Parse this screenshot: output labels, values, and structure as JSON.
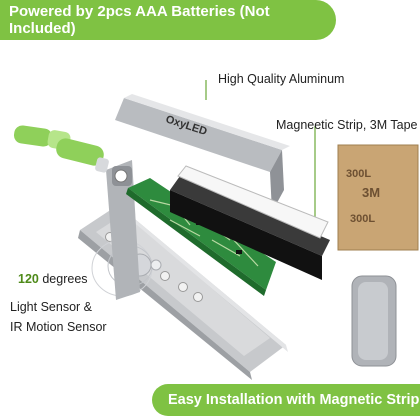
{
  "top_banner": "Powered by 2pcs AAA Batteries (Not Included)",
  "bottom_banner": "Easy Installation with Magnetic Strip",
  "callouts": {
    "aluminum": "High Quality Aluminum",
    "magnetic": "Magneetic Strip, 3M Tape",
    "angle_value": "120",
    "angle_unit": "degrees",
    "sensor_line1": "Light Sensor &",
    "sensor_line2": "IR Motion Sensor"
  },
  "brand": "OxyLED",
  "tape_text": {
    "line1": "300L",
    "line2": "3M",
    "line3": "300L"
  },
  "colors": {
    "accent": "#7fc243",
    "battery": "#8fd05a",
    "pcb": "#2e8b3e",
    "aluminum": "#b9bcc0",
    "magnet": "#111111",
    "tape": "#c9a574"
  }
}
